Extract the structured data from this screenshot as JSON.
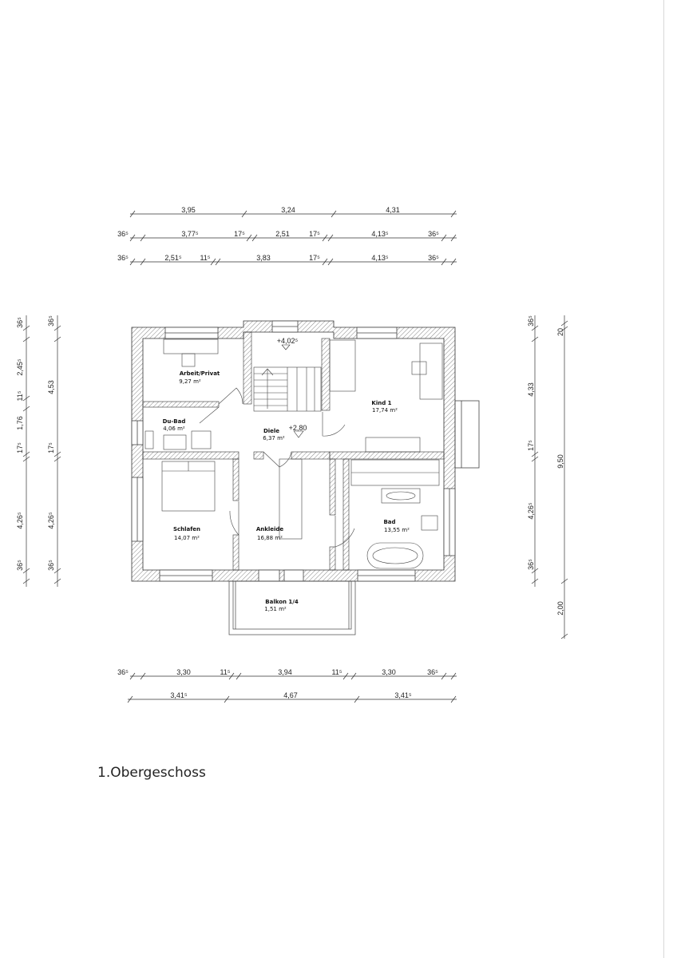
{
  "title": "1.Obergeschoss",
  "dims_top_row1": [
    "3,95",
    "3,24",
    "4,31"
  ],
  "dims_top_row2": [
    "36⁵",
    "3,77⁵",
    "17⁵",
    "2,51",
    "17⁵",
    "4,13⁵",
    "36⁵"
  ],
  "dims_top_row3": [
    "36⁵",
    "2,51⁵",
    "11⁵",
    "3,83",
    "17⁵",
    "4,13⁵",
    "36⁵"
  ],
  "dims_bottom_row1": [
    "36⁵",
    "3,30",
    "11⁵",
    "3,94",
    "11⁵",
    "3,30",
    "36⁵"
  ],
  "dims_bottom_row2": [
    "3,41⁵",
    "4,67",
    "3,41⁵"
  ],
  "dims_left_outer": [
    "36⁵",
    "2,45⁵",
    "11⁵",
    "1,76",
    "17⁵",
    "4,26⁵",
    "36⁵"
  ],
  "dims_left_inner": [
    "36⁵",
    "4,53",
    "17⁵",
    "4,26⁵",
    "36⁵"
  ],
  "dims_right_inner": [
    "36⁵",
    "4,33",
    "17⁵",
    "4,26⁵",
    "36⁵"
  ],
  "dims_right_outer": [
    "20",
    "9,50",
    "2,00"
  ],
  "levels": [
    "+4,02⁵",
    "+2,80"
  ],
  "rooms": [
    {
      "name": "Arbeit/Privat",
      "area": "9,27 m²"
    },
    {
      "name": "Du-Bad",
      "area": "4,06 m²"
    },
    {
      "name": "Diele",
      "area": "6,37 m²"
    },
    {
      "name": "Kind 1",
      "area": "17,74 m²"
    },
    {
      "name": "Schlafen",
      "area": "14,07 m²"
    },
    {
      "name": "Ankleide",
      "area": "16,88 m²"
    },
    {
      "name": "Bad",
      "area": "13,55 m²"
    },
    {
      "name": "Balkon 1/4",
      "area": "1,51 m²"
    }
  ]
}
